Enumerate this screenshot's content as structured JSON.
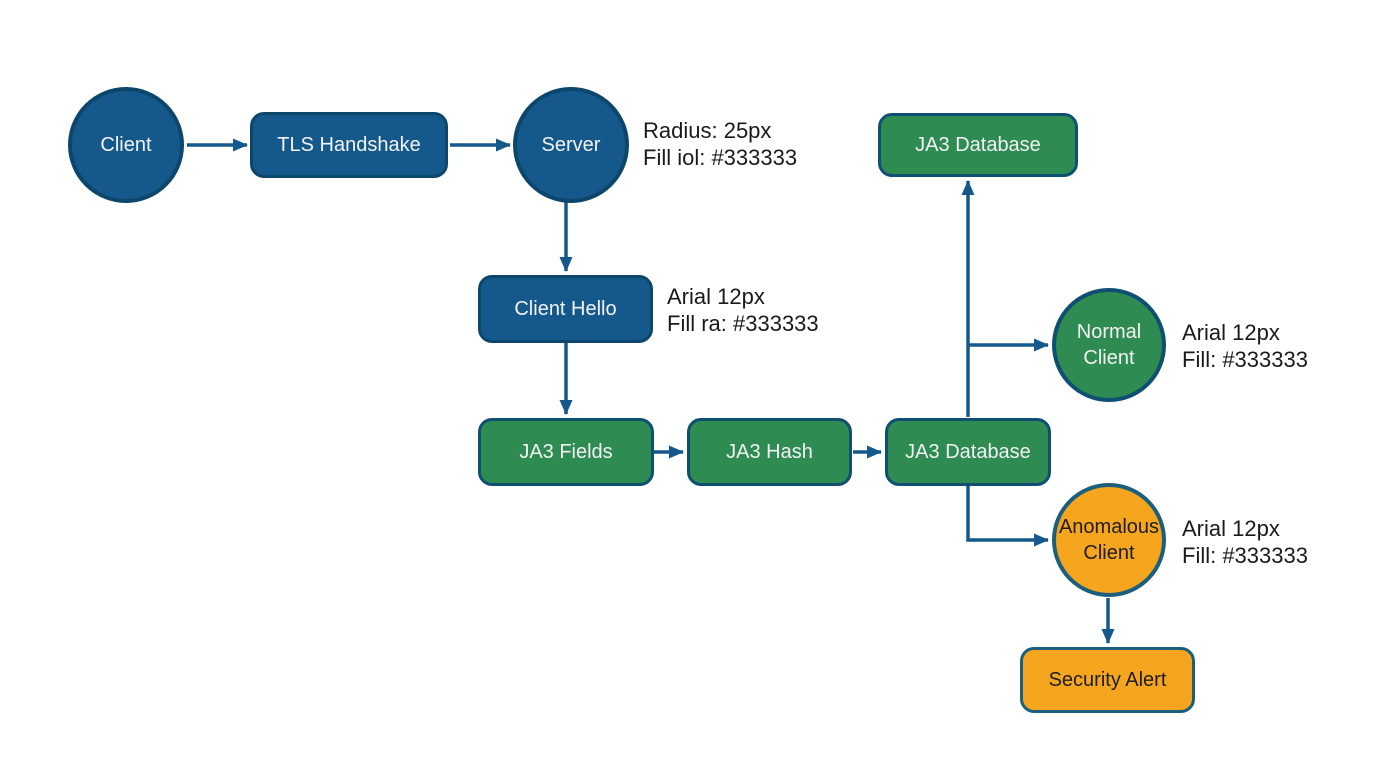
{
  "nodes": {
    "client": {
      "label": "Client"
    },
    "tls_handshake": {
      "label": "TLS Handshake"
    },
    "server": {
      "label": "Server"
    },
    "client_hello": {
      "label": "Client Hello"
    },
    "ja3_fields": {
      "label": "JA3 Fields"
    },
    "ja3_hash": {
      "label": "JA3 Hash"
    },
    "ja3_database_mid": {
      "label": "JA3 Database"
    },
    "ja3_database_top": {
      "label": "JA3 Database"
    },
    "normal_client": {
      "line1": "Normal",
      "line2": "Client"
    },
    "anomalous_client": {
      "line1": "Anomalous",
      "line2": "Client"
    },
    "security_alert": {
      "label": "Security Alert"
    }
  },
  "annotations": {
    "server_note": {
      "line1": "Radius: 25px",
      "line2": "Fill iol: #333333"
    },
    "client_hello_note": {
      "line1": "Arial 12px",
      "line2": "Fill ra: #333333"
    },
    "normal_client_note": {
      "line1": "Arial 12px",
      "line2": "Fill: #333333"
    },
    "anomalous_client_note": {
      "line1": "Arial 12px",
      "line2": "Fill: #333333"
    }
  },
  "colors": {
    "blue_fill": "#15598C",
    "blue_border": "#0D466B",
    "green_fill": "#2E8B52",
    "green_border": "#0E4F72",
    "orange_fill": "#F5A51E",
    "orange_border": "#1C5F7D",
    "arrow": "#15598C",
    "annotation_text": "#1A1A1A"
  }
}
